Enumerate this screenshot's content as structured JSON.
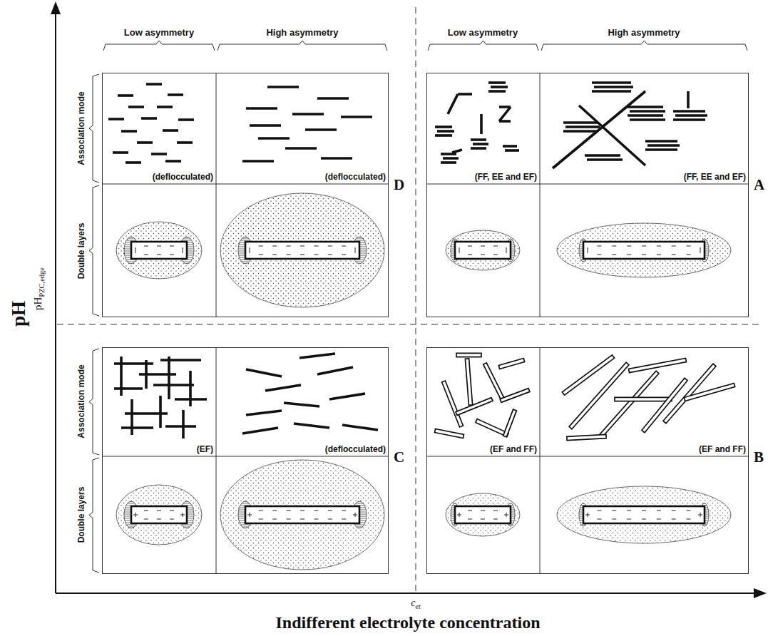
{
  "diagram": {
    "nodes": [
      {
        "text": [
          "D"
        ]
      },
      {
        "text": [
          "(deflocculated)"
        ],
        "in": 0
      },
      {
        "text": [
          "(deflocculated)"
        ],
        "in": 0
      },
      {
        "text": [
          "A"
        ]
      },
      {
        "text": [
          "(FF, EE and EF)"
        ],
        "in": 3
      },
      {
        "text": [
          "(FF, EE and EF)"
        ],
        "in": 3
      },
      {
        "text": [
          "C"
        ]
      },
      {
        "text": [
          "(EF)"
        ],
        "in": 6
      },
      {
        "text": [
          "(deflocculated)"
        ],
        "in": 6
      },
      {
        "text": [
          "B"
        ]
      },
      {
        "text": [
          "(EF and FF)"
        ],
        "in": 9
      },
      {
        "text": [
          "(EF and FF)"
        ],
        "in": 9
      }
    ],
    "labels": [
      "Low asymmetry",
      "High asymmetry",
      "Low asymmetry",
      "High asymmetry",
      "Association mode",
      "Double layers",
      "Association mode",
      "Double layers",
      "pH",
      "pH",
      "PZC,edge",
      "c",
      "et",
      "Indifferent electrolyte concentration"
    ]
  }
}
